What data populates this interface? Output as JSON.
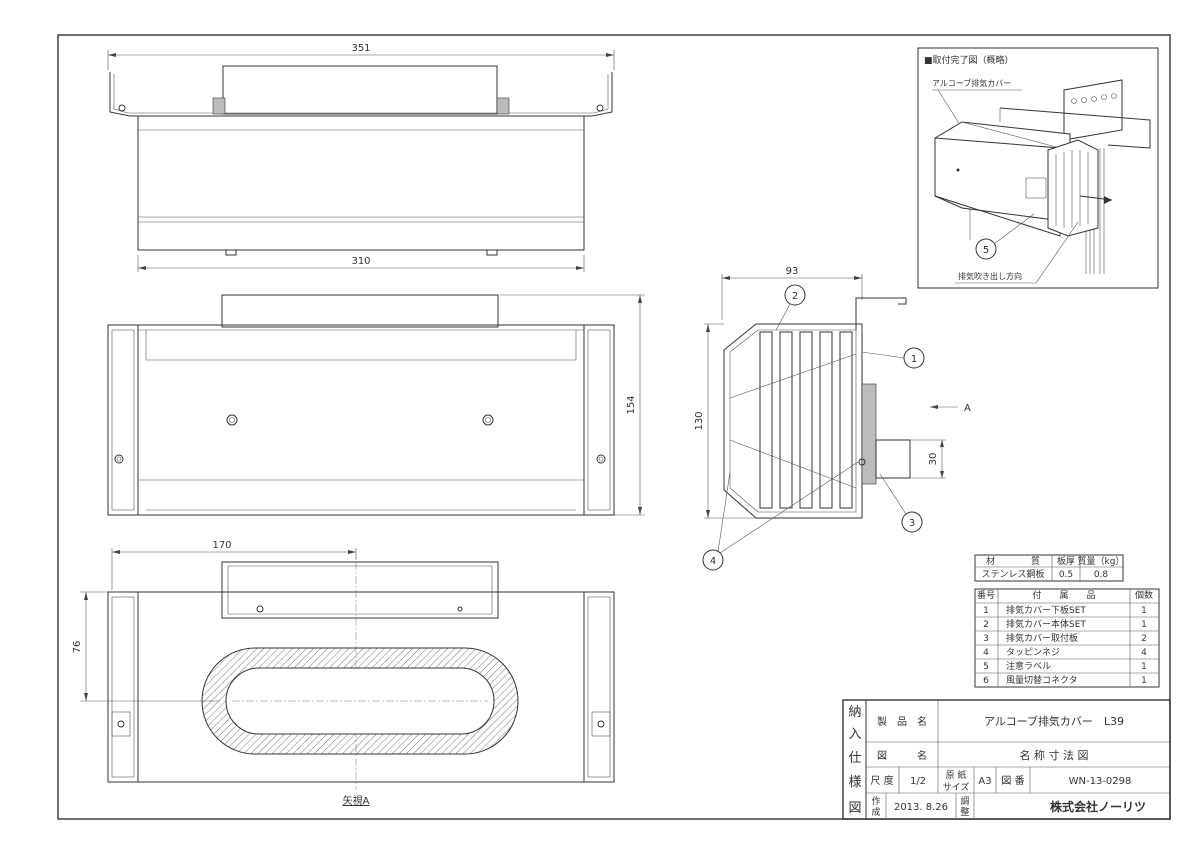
{
  "dimensions": {
    "top_width": "351",
    "bottom_width": "310",
    "front_height": "154",
    "bottom_view_width": "170",
    "bottom_view_height": "76",
    "side_depth": "93",
    "side_height": "130",
    "pipe_height": "30"
  },
  "view_labels": {
    "arrow_a": "A",
    "view_a": "矢視A"
  },
  "balloons": [
    "1",
    "2",
    "3",
    "4",
    "5"
  ],
  "inset": {
    "title": "■取付完了図（概略）",
    "product_label": "アルコーブ排気カバー",
    "direction_label": "排気吹き出し方向",
    "balloon": "5"
  },
  "material_table": {
    "headers": [
      "材　　　　質",
      "板厚",
      "質量（kg）"
    ],
    "row": [
      "ステンレス鋼板",
      "0.5",
      "0.8"
    ]
  },
  "parts_table": {
    "headers": [
      "番号",
      "付　　属　　品",
      "個数"
    ],
    "rows": [
      {
        "no": "1",
        "name": "排気カバー下板SET",
        "qty": "1"
      },
      {
        "no": "2",
        "name": "排気カバー本体SET",
        "qty": "1"
      },
      {
        "no": "3",
        "name": "排気カバー取付板",
        "qty": "2"
      },
      {
        "no": "4",
        "name": "タッピンネジ",
        "qty": "4"
      },
      {
        "no": "5",
        "name": "注意ラベル",
        "qty": "1"
      },
      {
        "no": "6",
        "name": "風量切替コネクタ",
        "qty": "1"
      }
    ]
  },
  "title_block": {
    "side_chars": [
      "納",
      "入",
      "仕",
      "様",
      "図"
    ],
    "product_name_label": "製　品　名",
    "product_name": "アルコーブ排気カバー　L39",
    "drawing_name_label": "図　　　名",
    "drawing_name": "名 称 寸 法 図",
    "scale_label": "尺 度",
    "scale": "1/2",
    "paper_label_1": "原 紙",
    "paper_label_2": "サイズ",
    "paper_size": "A3",
    "drawing_no_label": "図 番",
    "drawing_no": "WN-13-0298",
    "created_label_1": "作",
    "created_label_2": "成",
    "created_date": "2013. 8.26",
    "adjust_label_1": "調",
    "adjust_label_2": "整",
    "company": "株式会社ノーリツ"
  }
}
